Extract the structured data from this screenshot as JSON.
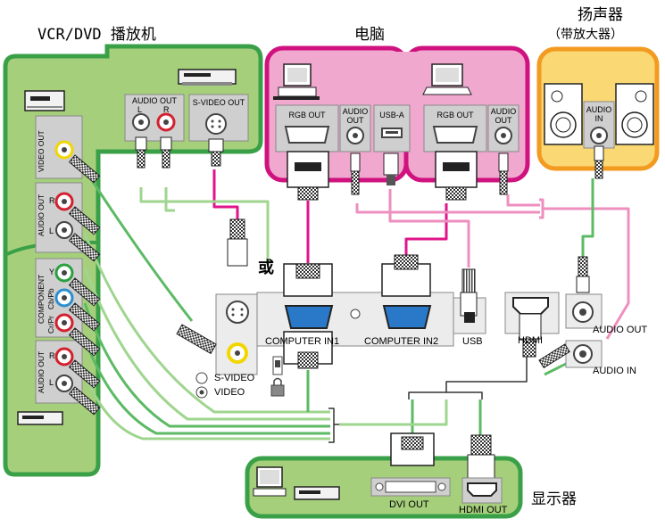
{
  "groups": {
    "vcr_dvd": "VCR/DVD 播放机",
    "computer": "电脑",
    "speaker_title": "扬声器",
    "speaker_sub": "（带放大器）",
    "display": "显示器"
  },
  "source_ports": {
    "rgb_out": "RGB OUT",
    "audio_out": "AUDIO OUT",
    "usb_a": "USB-A",
    "audio_in": "AUDIO IN",
    "svideo_out": "S-VIDEO OUT",
    "audio_out_lr": "AUDIO OUT",
    "left": "L",
    "right": "R",
    "video_out": "VIDEO OUT",
    "component": "COMPONENT",
    "cb_pb": "Cb/Pb",
    "cr_pr": "Cr/Pr",
    "y": "Y"
  },
  "projector_ports": {
    "computer_in1": "COMPUTER IN1",
    "computer_in2": "COMPUTER IN2",
    "usb": "USB",
    "hdmi": "HDMI",
    "audio_out": "AUDIO OUT",
    "audio_in": "AUDIO IN",
    "svideo": "S-VIDEO",
    "video": "VIDEO"
  },
  "display_ports": {
    "dvi_out": "DVI OUT",
    "hdmi_out": "HDMI OUT"
  },
  "or_label": "或",
  "colors": {
    "green_panel": "#a6cf7c",
    "green_border": "#3aa048",
    "pink_panel": "#f1a8cf",
    "pink_border": "#d0127f",
    "orange_panel": "#fad874",
    "orange_border": "#f39a21",
    "magenta_cable": "#e2148a",
    "light_pink_cable": "#ee8fbf",
    "green_cable": "#5cba64",
    "light_green_cable": "#9fd58f"
  }
}
